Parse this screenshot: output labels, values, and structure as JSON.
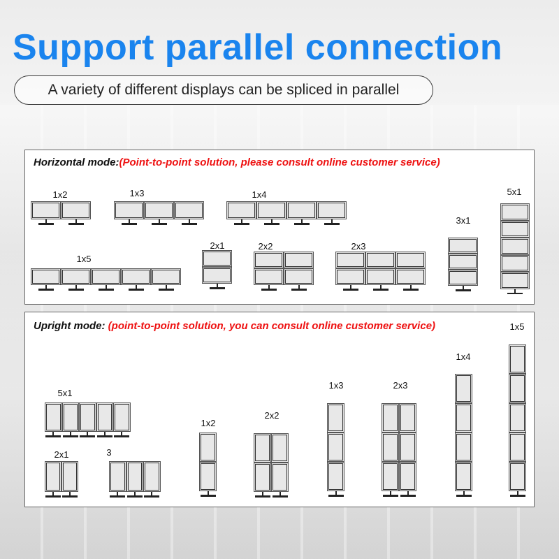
{
  "header": {
    "title": "Support parallel connection",
    "subtitle": "A variety of different displays can be spliced in parallel"
  },
  "colors": {
    "title": "#1a84ee",
    "note": "#ee1111"
  },
  "horizontal": {
    "heading": "Horizontal mode:",
    "note": "(Point-to-point solution, please consult online customer service)",
    "configs": {
      "c1x2": "1x2",
      "c1x3": "1x3",
      "c1x4": "1x4",
      "c5x1": "5x1",
      "c3x1": "3x1",
      "c1x5": "1x5",
      "c2x1": "2x1",
      "c2x2": "2x2",
      "c2x3": "2x3"
    }
  },
  "upright": {
    "heading": "Upright mode:",
    "note": "(point-to-point solution, you can consult online customer service)",
    "configs": {
      "c1x5": "1x5",
      "c1x4": "1x4",
      "c5x1": "5x1",
      "c1x3": "1x3",
      "c2x3": "2x3",
      "c2x2": "2x2",
      "c1x2": "1x2",
      "c2x1": "2x1",
      "c3": "3"
    }
  }
}
